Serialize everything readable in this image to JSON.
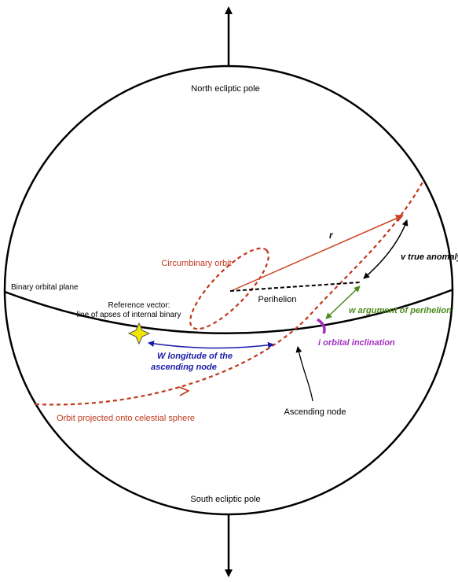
{
  "labels": {
    "north_pole": "North ecliptic pole",
    "south_pole": "South ecliptic pole",
    "binary_plane": "Binary orbital plane",
    "ref_vector_1": "Reference vector:",
    "ref_vector_2": "line of apses of internal binary",
    "circumbinary": "Circumbinary orbit",
    "r": "r",
    "perihelion": "Perihelion",
    "true_anomaly": "v true anomaly",
    "arg_perihelion": "w argument of perihelion",
    "inclination": "i orbital inclination",
    "long_asc_1": "W longitude of the",
    "long_asc_2": "ascending node",
    "ascending_node": "Ascending node",
    "projected_orbit": "Orbit projected onto celestial sphere"
  },
  "colors": {
    "orbit": "#c0391b",
    "radius_vector": "#cc4422",
    "longitude": "#1a1aaa",
    "argument": "#4a8a1a",
    "inclination": "#a030c0",
    "star": "#f2e600",
    "ink": "#000000"
  }
}
